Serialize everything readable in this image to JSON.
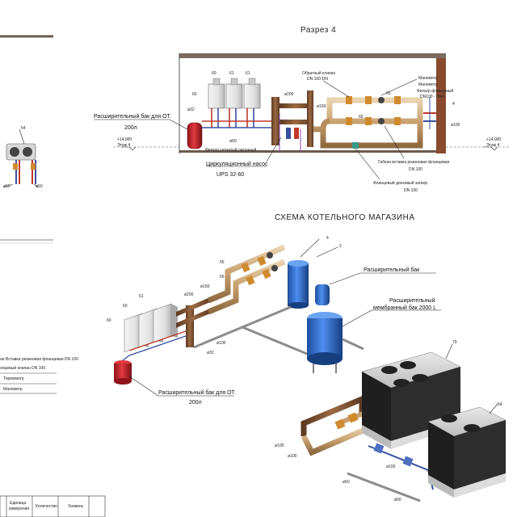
{
  "section": {
    "title": "Разрез 4",
    "level_left": "+14,000",
    "level_left_name": "Этаж 4",
    "level_right": "+14,000",
    "level_right_name": "Этаж 4",
    "expansion_tank": "Расширительный бак для ОТ.",
    "expansion_tank_volume": "200л",
    "pump": "Циркуляционный насос",
    "pump_model": "UPS 32-60",
    "filter": "Фильтр сетчатый латунный",
    "check_valve": "Обратный клапан",
    "check_valve_dn": "DN 100-DN",
    "manometer1": "Манометр",
    "manometer2": "Манометр",
    "flange_filter": "Фильтр фланцевый",
    "flange_filter_dn": "DN100 - DN4",
    "flex_insert": "Гибкая вставка резиновая фланцевая",
    "flex_insert_dn": "DN 100",
    "butterfly": "Фланцевый дисковый затвор",
    "butterfly_dn": "DN 100",
    "tag_60a": "60",
    "tag_61a": "61",
    "tag_61b": "61",
    "tag_60b": "60",
    "d_32": "ø32",
    "d_200": "ø200",
    "d_150": "ø150",
    "d_100": "ø100",
    "d_50": "ø50",
    "tag_65a": "65",
    "tag_65b": "65",
    "tag_4": "4"
  },
  "scheme": {
    "title": "СХЕМА КОТЕЛЬНОГО МАГАЗИНА",
    "exp_tank": "Расширительный бак",
    "membrane_tank": "Расширительный",
    "membrane_tank2": "мембранный бак 2000 L",
    "exp_tank_ot": "Расширительный бак для ОТ.",
    "exp_tank_ot_vol": "200л",
    "tag_4": "4",
    "tag_2": "2",
    "tag_65a": "65",
    "tag_65b": "65",
    "tag_60": "60",
    "tag_61": "61",
    "tag_60b": "60",
    "tag_79": "79",
    "tag_54": "54",
    "d_200": "ø200",
    "d_150": "ø150",
    "d_100a": "ø100",
    "d_32": "ø32",
    "d_100b": "ø100",
    "d_100c": "ø100",
    "d_100d": "ø100",
    "d_50a": "ø50",
    "d_50b": "ø50"
  },
  "left_fragment": {
    "tag_54": "54",
    "d_50a": "ø50",
    "d_50b": "ø50"
  },
  "legend": {
    "item1": "ая Вставка резиновая фланцевая DN 100",
    "item2": "онцевый клапан DN 100",
    "item3": "Термометр",
    "item4": "Манометр"
  },
  "table": {
    "col1": "Единица",
    "col1b": "измерения",
    "col2": "Количество",
    "col3": "Уровень"
  },
  "colors": {
    "hot": "#c0392b",
    "cold": "#3a4fa0",
    "tank_red": "#c8202a",
    "tank_blue": "#2f6fd0",
    "pipe_tan": "#c9a77a",
    "wall_brown": "#8a4a2e"
  }
}
